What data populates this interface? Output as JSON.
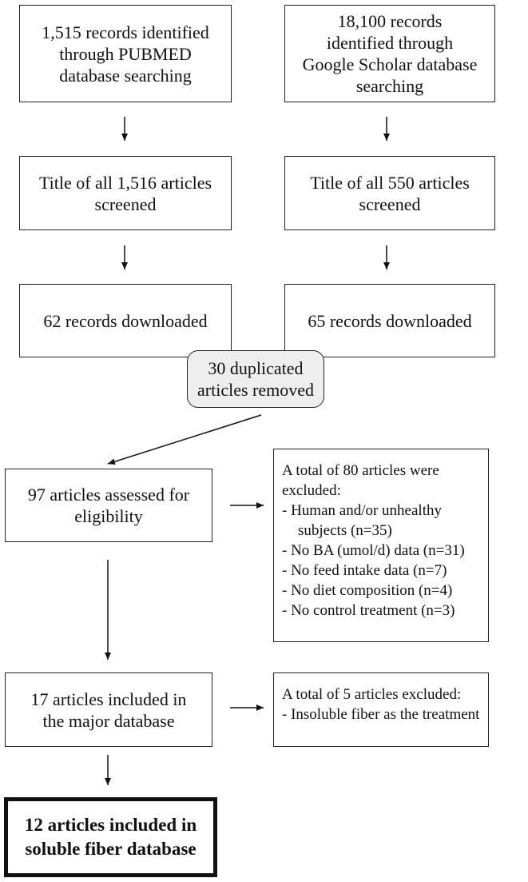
{
  "boxes": {
    "pubmed_identified": [
      "1,515 records identified",
      "through PUBMED",
      "database searching"
    ],
    "scholar_identified": [
      "18,100 records",
      "identified through",
      "Google Scholar database",
      "searching"
    ],
    "pubmed_screened": [
      "Title of all 1,516 articles",
      "screened"
    ],
    "scholar_screened": [
      "Title of all 550 articles",
      "screened"
    ],
    "pubmed_downloaded": [
      "62 records downloaded"
    ],
    "scholar_downloaded": [
      "65 records downloaded"
    ],
    "duplicates_removed": [
      "30 duplicated",
      "articles removed"
    ],
    "eligibility": [
      "97 articles assessed for",
      "eligibility"
    ],
    "major_database": [
      "17 articles included in",
      "the major database"
    ],
    "final": [
      "12 articles included in",
      "soluble fiber database"
    ]
  },
  "exclusion_1": {
    "title": [
      "A total of 80 articles were",
      "excluded:"
    ],
    "items": [
      "- Human and/or unhealthy",
      "subjects (n=35)",
      "- No BA (umol/d) data (n=31)",
      "- No feed intake data (n=7)",
      "- No diet composition (n=4)",
      "- No control treatment (n=3)"
    ]
  },
  "exclusion_2": {
    "title": [
      "A total of 5 articles excluded:"
    ],
    "items": [
      "- Insoluble fiber as the treatment"
    ]
  }
}
